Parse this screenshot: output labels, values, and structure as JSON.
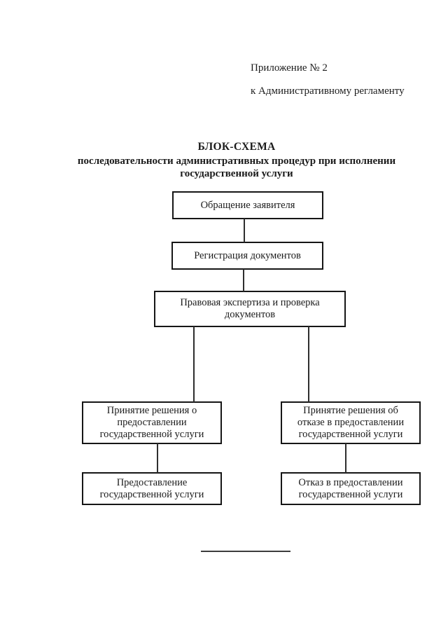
{
  "page": {
    "background_color": "#ffffff",
    "ink_color": "#1b1b1b",
    "language": "ru"
  },
  "header": {
    "appendix_label": "Приложение № 2",
    "regulation_label": "к Административному регламенту"
  },
  "title": {
    "heading": "БЛОК-СХЕМА",
    "subtitle": "последовательности административных процедур при исполнении государственной услуги",
    "subtitle_lines": [
      "последовательности административных процедур при исполнении",
      "государственной услуги"
    ]
  },
  "flowchart": {
    "nodes": [
      {
        "id": "appeal",
        "label": "Обращение заявителя",
        "lines": [
          "Обращение заявителя"
        ]
      },
      {
        "id": "registration",
        "label": "Регистрация документов",
        "lines": [
          "Регистрация документов"
        ]
      },
      {
        "id": "expertise",
        "label": "Правовая экспертиза и проверка документов",
        "lines": [
          "Правовая экспертиза и проверка",
          "документов"
        ]
      },
      {
        "id": "decision-grant",
        "label": "Принятие решения о предоставлении государственной услуги",
        "lines": [
          "Принятие решения о",
          "предоставлении",
          "государственной услуги"
        ]
      },
      {
        "id": "decision-refuse",
        "label": "Принятие решения об отказе в предоставлении государственной услуги",
        "lines": [
          "Принятие решения об",
          "отказе в предоставлении",
          "государственной услуги"
        ]
      },
      {
        "id": "grant",
        "label": "Предоставление государственной услуги",
        "lines": [
          "Предоставление",
          "государственной услуги"
        ]
      },
      {
        "id": "refuse",
        "label": "Отказ в предоставлении государственной услуги",
        "lines": [
          "Отказ в предоставлении",
          "государственной услуги"
        ]
      }
    ],
    "edges": [
      {
        "from": "appeal",
        "to": "registration"
      },
      {
        "from": "registration",
        "to": "expertise"
      },
      {
        "from": "expertise",
        "to": "decision-grant"
      },
      {
        "from": "expertise",
        "to": "decision-refuse"
      },
      {
        "from": "decision-grant",
        "to": "grant"
      },
      {
        "from": "decision-refuse",
        "to": "refuse"
      }
    ]
  }
}
